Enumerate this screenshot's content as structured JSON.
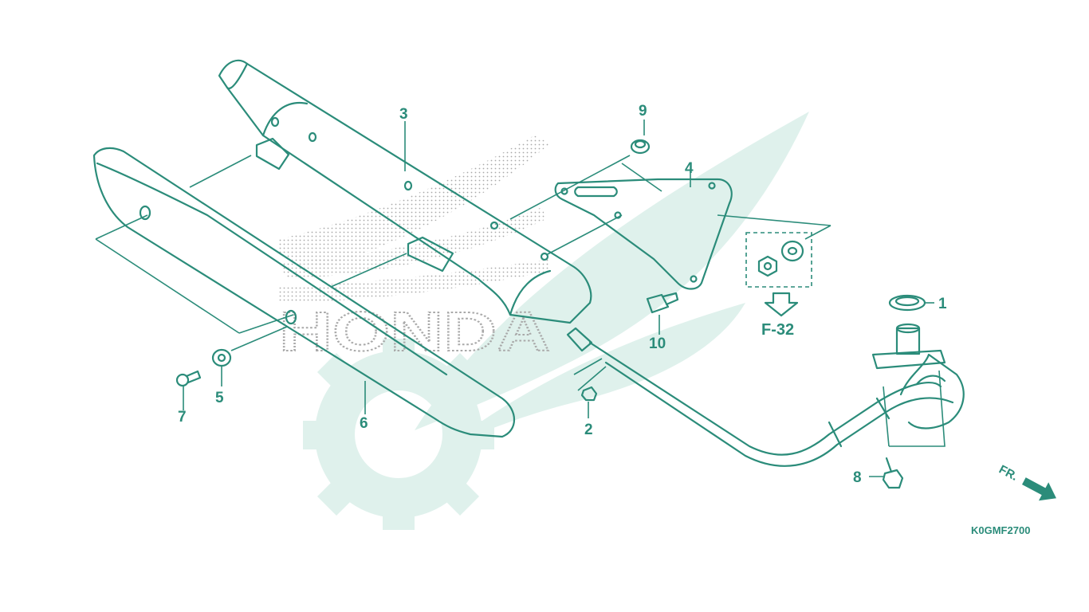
{
  "diagram": {
    "part_numbers": [
      "1",
      "2",
      "3",
      "4",
      "5",
      "6",
      "7",
      "8",
      "9",
      "10"
    ],
    "page_reference": "F-32",
    "diagram_code": "K0GMF2700",
    "front_marker": "FR.",
    "watermark_logo": "HONDA",
    "colors": {
      "line": "#2b8c7a",
      "watermark": "#dff1ec",
      "logo_dots": "#a9a9a9",
      "background": "#ffffff"
    }
  }
}
